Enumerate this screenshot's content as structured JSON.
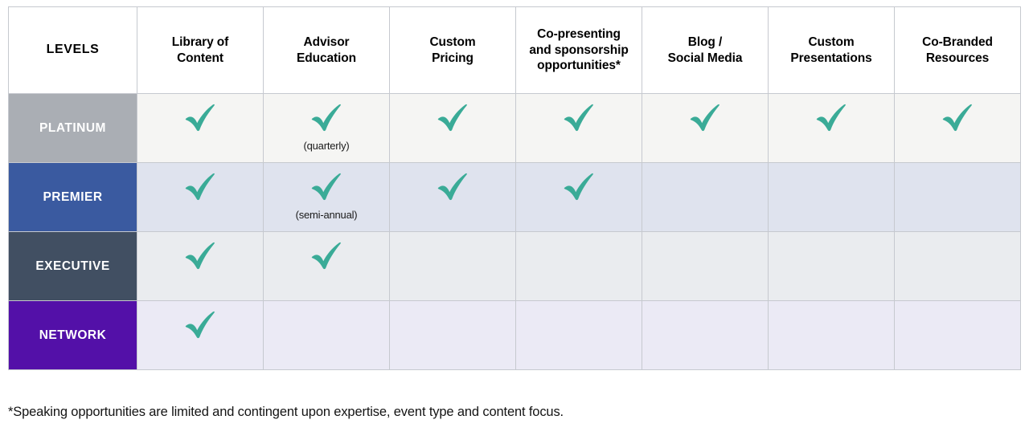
{
  "table": {
    "columns": [
      {
        "key": "levels",
        "label": "LEVELS"
      },
      {
        "key": "library",
        "label": "Library of\nContent"
      },
      {
        "key": "advisor",
        "label": "Advisor\nEducation"
      },
      {
        "key": "pricing",
        "label": "Custom\nPricing"
      },
      {
        "key": "copresent",
        "label": "Co-presenting\nand sponsorship\nopportunities*"
      },
      {
        "key": "blogsocial",
        "label": "Blog /\nSocial Media"
      },
      {
        "key": "presentations",
        "label": "Custom\nPresentations"
      },
      {
        "key": "cobranded",
        "label": "Co-Branded\nResources"
      }
    ],
    "column_labels": {
      "levels": "LEVELS",
      "library_line1": "Library of",
      "library_line2": "Content",
      "advisor_line1": "Advisor",
      "advisor_line2": "Education",
      "pricing_line1": "Custom",
      "pricing_line2": "Pricing",
      "copresent_line1": "Co-presenting",
      "copresent_line2": "and sponsorship",
      "copresent_line3": "opportunities*",
      "blogsocial_line1": "Blog /",
      "blogsocial_line2": "Social Media",
      "presentations_line1": "Custom",
      "presentations_line2": "Presentations",
      "cobranded_line1": "Co-Branded",
      "cobranded_line2": "Resources"
    },
    "rows": [
      {
        "level": "PLATINUM",
        "level_color": "#aaaeb4",
        "row_color": "#f5f5f3",
        "cells": [
          {
            "check": true,
            "note": ""
          },
          {
            "check": true,
            "note": "(quarterly)"
          },
          {
            "check": true,
            "note": ""
          },
          {
            "check": true,
            "note": ""
          },
          {
            "check": true,
            "note": ""
          },
          {
            "check": true,
            "note": ""
          },
          {
            "check": true,
            "note": ""
          }
        ]
      },
      {
        "level": "PREMIER",
        "level_color": "#3a5aa0",
        "row_color": "#dfe3ee",
        "cells": [
          {
            "check": true,
            "note": ""
          },
          {
            "check": true,
            "note": "(semi-annual)"
          },
          {
            "check": true,
            "note": ""
          },
          {
            "check": true,
            "note": ""
          },
          {
            "check": false,
            "note": ""
          },
          {
            "check": false,
            "note": ""
          },
          {
            "check": false,
            "note": ""
          }
        ]
      },
      {
        "level": "EXECUTIVE",
        "level_color": "#414f62",
        "row_color": "#eaecef",
        "cells": [
          {
            "check": true,
            "note": ""
          },
          {
            "check": true,
            "note": ""
          },
          {
            "check": false,
            "note": ""
          },
          {
            "check": false,
            "note": ""
          },
          {
            "check": false,
            "note": ""
          },
          {
            "check": false,
            "note": ""
          },
          {
            "check": false,
            "note": ""
          }
        ]
      },
      {
        "level": "NETWORK",
        "level_color": "#5310a8",
        "row_color": "#ebeaf5",
        "cells": [
          {
            "check": true,
            "note": ""
          },
          {
            "check": false,
            "note": ""
          },
          {
            "check": false,
            "note": ""
          },
          {
            "check": false,
            "note": ""
          },
          {
            "check": false,
            "note": ""
          },
          {
            "check": false,
            "note": ""
          },
          {
            "check": false,
            "note": ""
          }
        ]
      }
    ]
  },
  "icons": {
    "check": "check-icon"
  },
  "colors": {
    "check": "#3aab97",
    "border": "#c6c9cf",
    "text": "#000000"
  },
  "footnote": {
    "text": "*Speaking opportunities are limited and contingent upon expertise, event type and content focus."
  }
}
